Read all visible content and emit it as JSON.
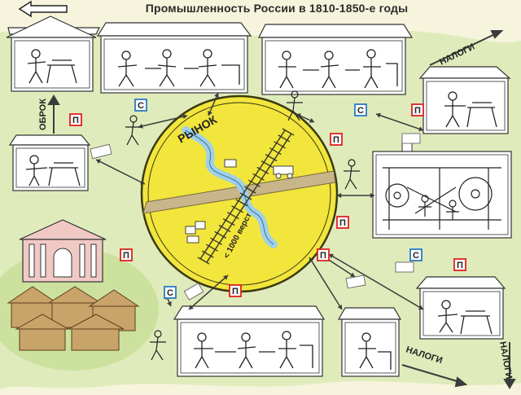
{
  "title": "Промышленность России в 1810-1850-е годы",
  "market_label": "РЫНОК",
  "distance_label": "< 1000 верст",
  "tax_label": "НАЛОГИ",
  "obrok_label": "ОБРОК",
  "markers": {
    "p": "П",
    "s": "С"
  },
  "colors": {
    "market_fill": "#f2e53c",
    "market_stroke": "#3a3a10",
    "river": "#9fd0ea",
    "road": "#c8b58a",
    "rail": "#3a3a2a",
    "marker_p": "#e02020",
    "marker_s": "#2a7ac8",
    "ground": "#cfe3a0",
    "manor": "#f1c9c4",
    "arrow": "#3b3b3b"
  }
}
